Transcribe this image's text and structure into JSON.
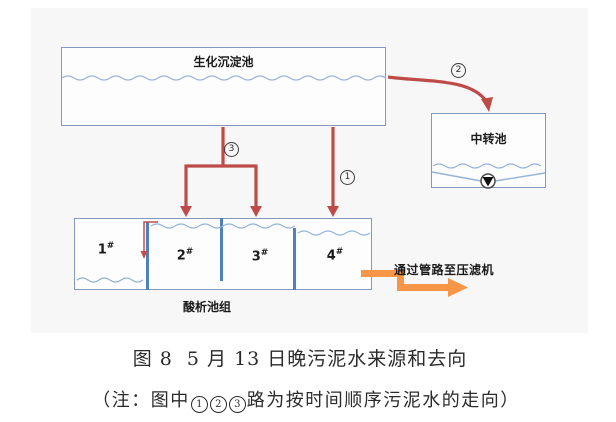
{
  "figure": {
    "caption": "图 8  5 月 13 日晚污泥水来源和去向",
    "note": {
      "prefix": "（注：图中",
      "route_digits": [
        "1",
        "2",
        "3"
      ],
      "suffix": "路为按时间顺序污泥水的走向）"
    }
  },
  "diagram": {
    "tanks": {
      "bio_sedimentation": {
        "label": "生化沉淀池"
      },
      "transfer": {
        "label": "中转池"
      },
      "acid_group": {
        "label": "酸析池组",
        "cells": [
          {
            "num": "1",
            "hash": "#"
          },
          {
            "num": "2",
            "hash": "#"
          },
          {
            "num": "3",
            "hash": "#"
          },
          {
            "num": "4",
            "hash": "#"
          }
        ]
      }
    },
    "routes": [
      {
        "digit": "1"
      },
      {
        "digit": "2"
      },
      {
        "digit": "3"
      }
    ],
    "outlet": {
      "label": "通过管路至压滤机"
    },
    "colors": {
      "arrow_red": "#BE4B48",
      "arrow_orange": "#F79646",
      "water_blue": "#95B3D7",
      "divider_blue": "#4F81BD",
      "box_border": "#8298BC",
      "panel_bg": "#f7f7f7"
    }
  }
}
